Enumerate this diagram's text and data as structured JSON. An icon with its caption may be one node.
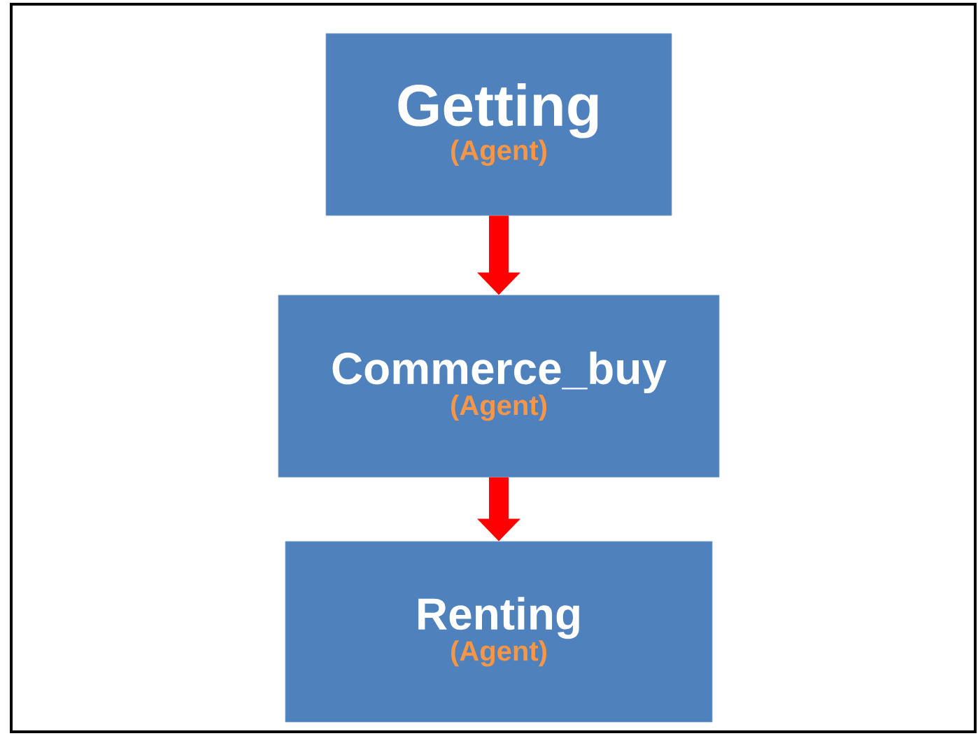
{
  "diagram": {
    "nodes": [
      {
        "text": [
          "Getting",
          "(Agent)"
        ]
      },
      {
        "text": [
          "Commerce_buy",
          "(Agent)"
        ]
      },
      {
        "text": [
          "Renting",
          "(Agent)"
        ]
      }
    ],
    "edges": [
      {
        "from": 0,
        "to": 1,
        "arrow": "to"
      },
      {
        "from": 1,
        "to": 2,
        "arrow": "to"
      }
    ]
  }
}
